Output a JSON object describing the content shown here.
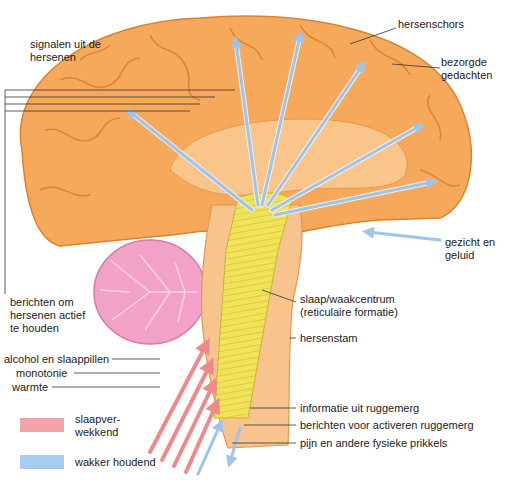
{
  "diagram": {
    "labels": [
      "signalen uit de hersenen",
      "hersenschors",
      "bezorgde gedachten",
      "gezicht en geluid",
      "slaap/waakcentrum (reticulaire formatie)",
      "hersenstam",
      "berichten om hersenen actief te houden",
      "alcohol en slaappillen",
      "monotonie",
      "warmte",
      "informatie uit ruggemerg",
      "berichten voor activeren ruggemerg",
      "pijn en andere fysieke prikkels"
    ],
    "legend": [
      {
        "text": "slaapver- wekkend",
        "color": "#f2a3a8"
      },
      {
        "text": "wakker houdend",
        "color": "#a9cdef"
      }
    ]
  }
}
